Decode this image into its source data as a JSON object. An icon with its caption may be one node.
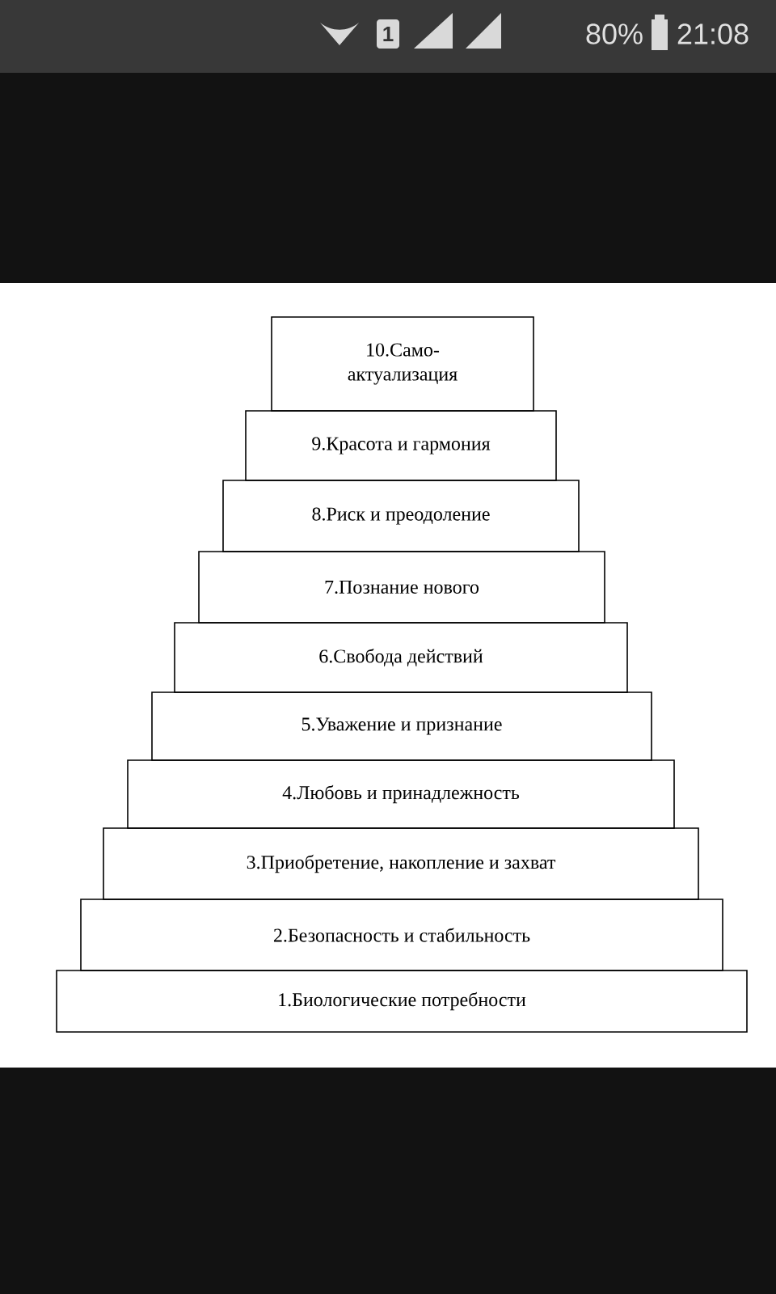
{
  "diagram": {
    "nodes": [
      {
        "text": [
          "10.Само- актуализация"
        ]
      },
      {
        "text": [
          "9.Красота и гармония"
        ]
      },
      {
        "text": [
          "8.Риск и преодоление"
        ]
      },
      {
        "text": [
          "7.Познание нового"
        ]
      },
      {
        "text": [
          "6.Свобода действий"
        ]
      },
      {
        "text": [
          "5.Уважение и признание"
        ]
      },
      {
        "text": [
          "4.Любовь и принадлежность"
        ]
      },
      {
        "text": [
          "3.Приобретение, накопление и захват"
        ]
      },
      {
        "text": [
          "2.Безопасность и стабильность"
        ]
      },
      {
        "text": [
          "1.Биологические потребности"
        ]
      }
    ],
    "labels": [
      "1",
      "80%",
      "21:08"
    ]
  }
}
